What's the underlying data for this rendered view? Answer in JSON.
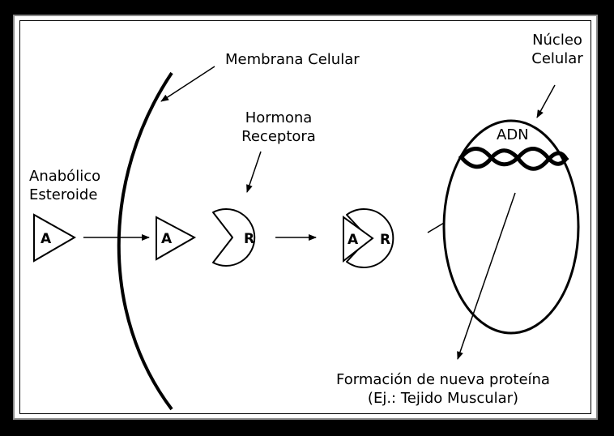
{
  "labels": {
    "membrane": "Membrana Celular",
    "nucleus_line1": "Núcleo",
    "nucleus_line2": "Celular",
    "receptor_line1": "Hormona",
    "receptor_line2": "Receptora",
    "steroid_line1": "Anabólico",
    "steroid_line2": "Esteroide",
    "dna": "ADN",
    "protein_line1": "Formación de nueva proteína",
    "protein_line2": "(Ej.: Tejido Muscular)"
  },
  "glyphs": {
    "anabolic": "A",
    "receptor": "R"
  }
}
